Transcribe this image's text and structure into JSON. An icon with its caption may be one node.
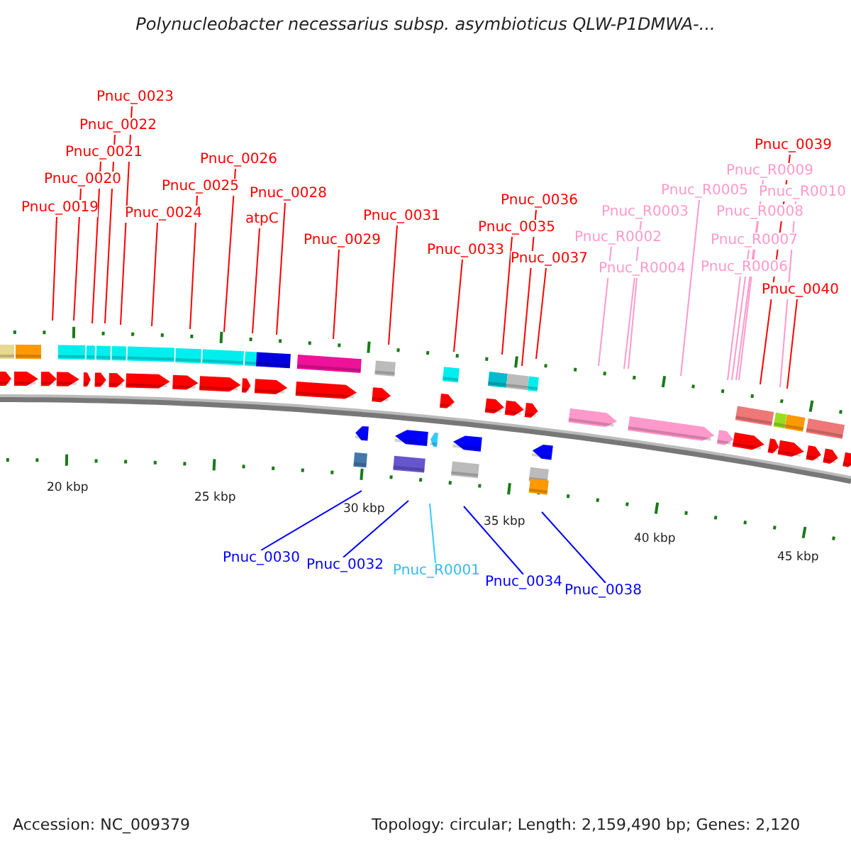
{
  "diagram": {
    "title": "Polynucleobacter necessarius subsp. asymbioticus QLW-P1DMWA-...",
    "nodes": [
      {
        "text": [
          "Pnuc_0019"
        ]
      },
      {
        "text": [
          "Pnuc_0020"
        ]
      },
      {
        "text": [
          "Pnuc_0021"
        ]
      },
      {
        "text": [
          "Pnuc_0022"
        ]
      },
      {
        "text": [
          "Pnuc_0023"
        ]
      },
      {
        "text": [
          "Pnuc_0024"
        ]
      },
      {
        "text": [
          "Pnuc_0025"
        ]
      },
      {
        "text": [
          "Pnuc_0026"
        ]
      },
      {
        "text": [
          "atpC"
        ]
      },
      {
        "text": [
          "Pnuc_0028"
        ]
      },
      {
        "text": [
          "Pnuc_0029"
        ]
      },
      {
        "text": [
          "Pnuc_0031"
        ]
      },
      {
        "text": [
          "Pnuc_0033"
        ]
      },
      {
        "text": [
          "Pnuc_0035"
        ]
      },
      {
        "text": [
          "Pnuc_0036"
        ]
      },
      {
        "text": [
          "Pnuc_0037"
        ]
      },
      {
        "text": [
          "Pnuc_R0002"
        ]
      },
      {
        "text": [
          "Pnuc_R0003"
        ]
      },
      {
        "text": [
          "Pnuc_R0004"
        ]
      },
      {
        "text": [
          "Pnuc_R0005"
        ]
      },
      {
        "text": [
          "Pnuc_R0006"
        ]
      },
      {
        "text": [
          "Pnuc_R0007"
        ]
      },
      {
        "text": [
          "Pnuc_R0008"
        ]
      },
      {
        "text": [
          "Pnuc_R0009"
        ]
      },
      {
        "text": [
          "Pnuc_R0010"
        ]
      },
      {
        "text": [
          "Pnuc_0039"
        ]
      },
      {
        "text": [
          "Pnuc_0040"
        ]
      },
      {
        "text": [
          "Pnuc_0030"
        ]
      },
      {
        "text": [
          "Pnuc_0032"
        ]
      },
      {
        "text": [
          "Pnuc_R0001"
        ]
      },
      {
        "text": [
          "Pnuc_0034"
        ]
      },
      {
        "text": [
          "Pnuc_0038"
        ]
      }
    ],
    "edges": [
      {
        "from": 0,
        "to": null,
        "arrow": "none"
      },
      {
        "from": 1,
        "to": null,
        "arrow": "none"
      },
      {
        "from": 2,
        "to": null,
        "arrow": "none"
      },
      {
        "from": 3,
        "to": null,
        "arrow": "none"
      },
      {
        "from": 4,
        "to": null,
        "arrow": "none"
      },
      {
        "from": 5,
        "to": null,
        "arrow": "none"
      },
      {
        "from": 6,
        "to": null,
        "arrow": "none"
      },
      {
        "from": 7,
        "to": null,
        "arrow": "none"
      },
      {
        "from": 8,
        "to": null,
        "arrow": "none"
      },
      {
        "from": 9,
        "to": null,
        "arrow": "none"
      },
      {
        "from": 10,
        "to": null,
        "arrow": "none"
      },
      {
        "from": 11,
        "to": null,
        "arrow": "none"
      },
      {
        "from": 12,
        "to": null,
        "arrow": "none"
      },
      {
        "from": 13,
        "to": null,
        "arrow": "none"
      },
      {
        "from": 14,
        "to": null,
        "arrow": "none"
      },
      {
        "from": 15,
        "to": null,
        "arrow": "none"
      },
      {
        "from": 16,
        "to": null,
        "arrow": "none",
        "color": "#ff99cc"
      },
      {
        "from": 17,
        "to": null,
        "arrow": "none",
        "color": "#ff99cc"
      },
      {
        "from": 18,
        "to": null,
        "arrow": "none",
        "color": "#ff99cc"
      },
      {
        "from": 19,
        "to": null,
        "arrow": "none",
        "color": "#ff99cc"
      },
      {
        "from": 20,
        "to": null,
        "arrow": "none",
        "color": "#ff99cc"
      },
      {
        "from": 21,
        "to": null,
        "arrow": "none",
        "color": "#ff99cc"
      },
      {
        "from": 22,
        "to": null,
        "arrow": "none",
        "color": "#ff99cc"
      },
      {
        "from": 23,
        "to": null,
        "arrow": "none",
        "color": "#ff99cc"
      },
      {
        "from": 24,
        "to": null,
        "arrow": "none",
        "color": "#ff99cc"
      },
      {
        "from": 25,
        "to": null,
        "arrow": "none"
      },
      {
        "from": 26,
        "to": null,
        "arrow": "none"
      },
      {
        "from": 27,
        "to": null,
        "arrow": "none",
        "color": "#0000ff"
      },
      {
        "from": 28,
        "to": null,
        "arrow": "none",
        "color": "#0000ff"
      },
      {
        "from": 29,
        "to": null,
        "arrow": "none",
        "color": "#33ccff"
      },
      {
        "from": 30,
        "to": null,
        "arrow": "none",
        "color": "#0000ff"
      },
      {
        "from": 31,
        "to": null,
        "arrow": "none",
        "color": "#0000ff"
      }
    ],
    "labels": [
      "20 kbp",
      "25 kbp",
      "30 kbp",
      "35 kbp",
      "40 kbp",
      "45 kbp",
      "Accession: NC_009379",
      "Topology: circular; Length: 2,159,490 bp; Genes: 2,120"
    ]
  }
}
